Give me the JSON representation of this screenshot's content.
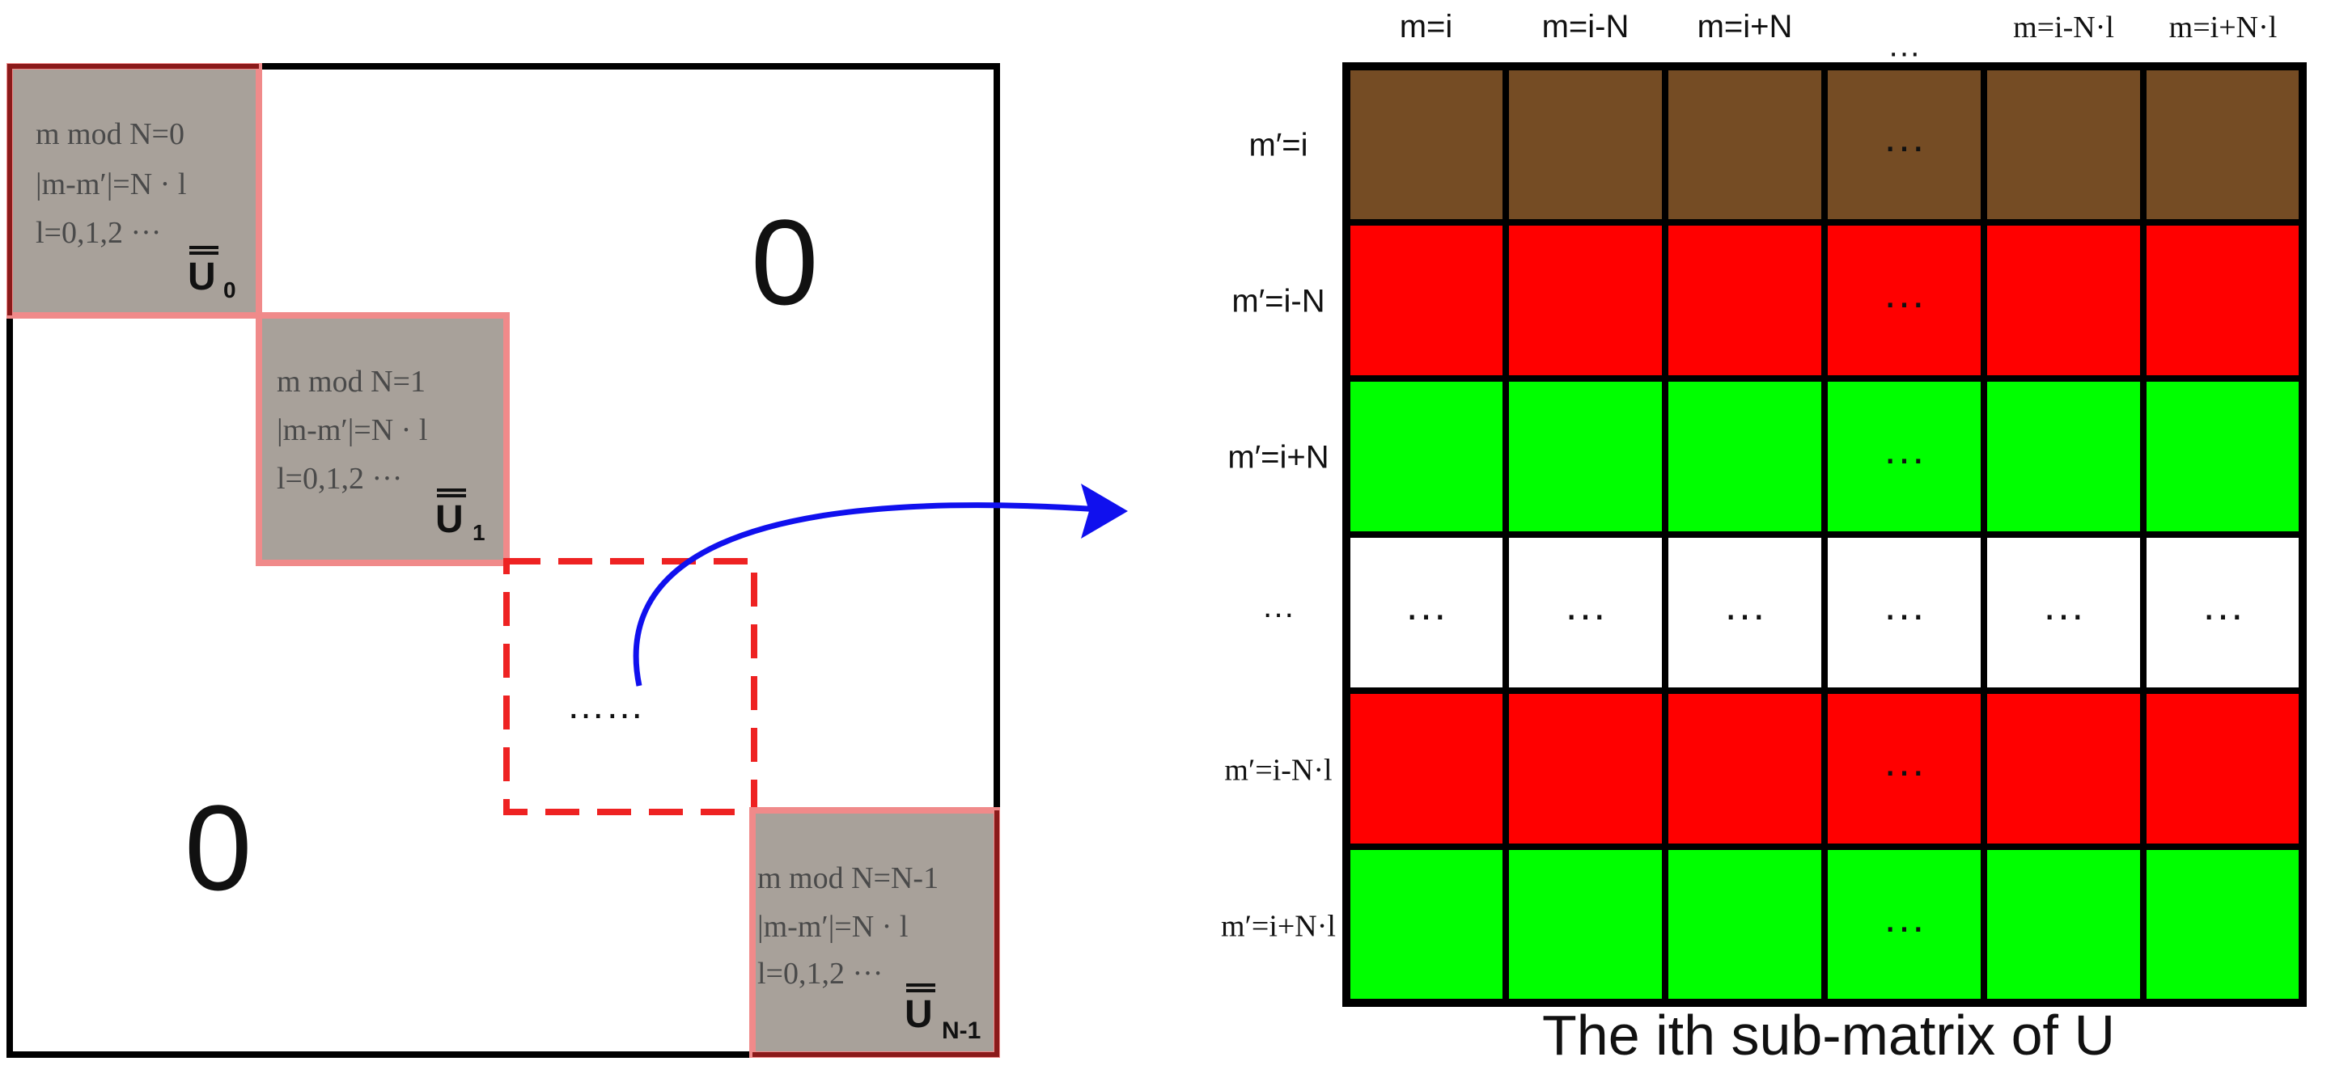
{
  "left_matrix": {
    "zero_top": "0",
    "zero_bottom": "0",
    "middle_dots": "……",
    "blocks": [
      {
        "line1": "m mod N=0",
        "line2": "|m-m′|=N · l",
        "line3": "l=0,1,2 ···",
        "label": "U",
        "subscript": "0"
      },
      {
        "line1": "m mod N=1",
        "line2": "|m-m′|=N · l",
        "line3": "l=0,1,2 ···",
        "label": "U",
        "subscript": "1"
      },
      {
        "line1": "m mod N=N-1",
        "line2": "|m-m′|=N · l",
        "line3": "l=0,1,2 ···",
        "label": "U",
        "subscript": "N-1"
      }
    ]
  },
  "sub_matrix": {
    "column_headers": [
      "m=i",
      "m=i-N",
      "m=i+N",
      "···",
      "m=i-N·l",
      "m=i+N·l"
    ],
    "row_headers": [
      "m′=i",
      "m′=i-N",
      "m′=i+N",
      "···",
      "m′=i-N·l",
      "m′=i+N·l"
    ],
    "row_colors": [
      "#754C24",
      "#FF0000",
      "#00FF00",
      "#FFFFFF",
      "#FF0000",
      "#00FF00"
    ],
    "ellipsis": "···",
    "caption": "The ith sub-matrix of U"
  },
  "colors": {
    "block_fill": "#A8A19A",
    "block_border": "#F08A8A",
    "dashed_box": "#EE2222",
    "arrow": "#1010EE",
    "grid_lines": "#000000"
  }
}
